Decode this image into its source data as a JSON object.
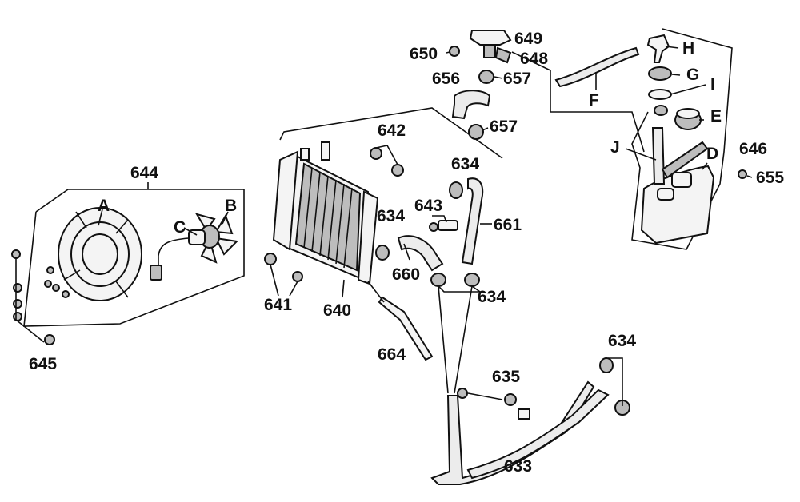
{
  "labels": {
    "p633": "633",
    "p634a": "634",
    "p634b": "634",
    "p634c": "634",
    "p634d": "634",
    "p635": "635",
    "p640": "640",
    "p641": "641",
    "p642": "642",
    "p643": "643",
    "p644": "644",
    "p645": "645",
    "p646": "646",
    "p648": "648",
    "p649": "649",
    "p650": "650",
    "p655": "655",
    "p656": "656",
    "p657a": "657",
    "p657b": "657",
    "p660": "660",
    "p661": "661",
    "p664": "664",
    "A": "A",
    "B": "B",
    "C": "C",
    "D": "D",
    "E": "E",
    "F": "F",
    "G": "G",
    "H": "H",
    "I": "I",
    "J": "J"
  }
}
